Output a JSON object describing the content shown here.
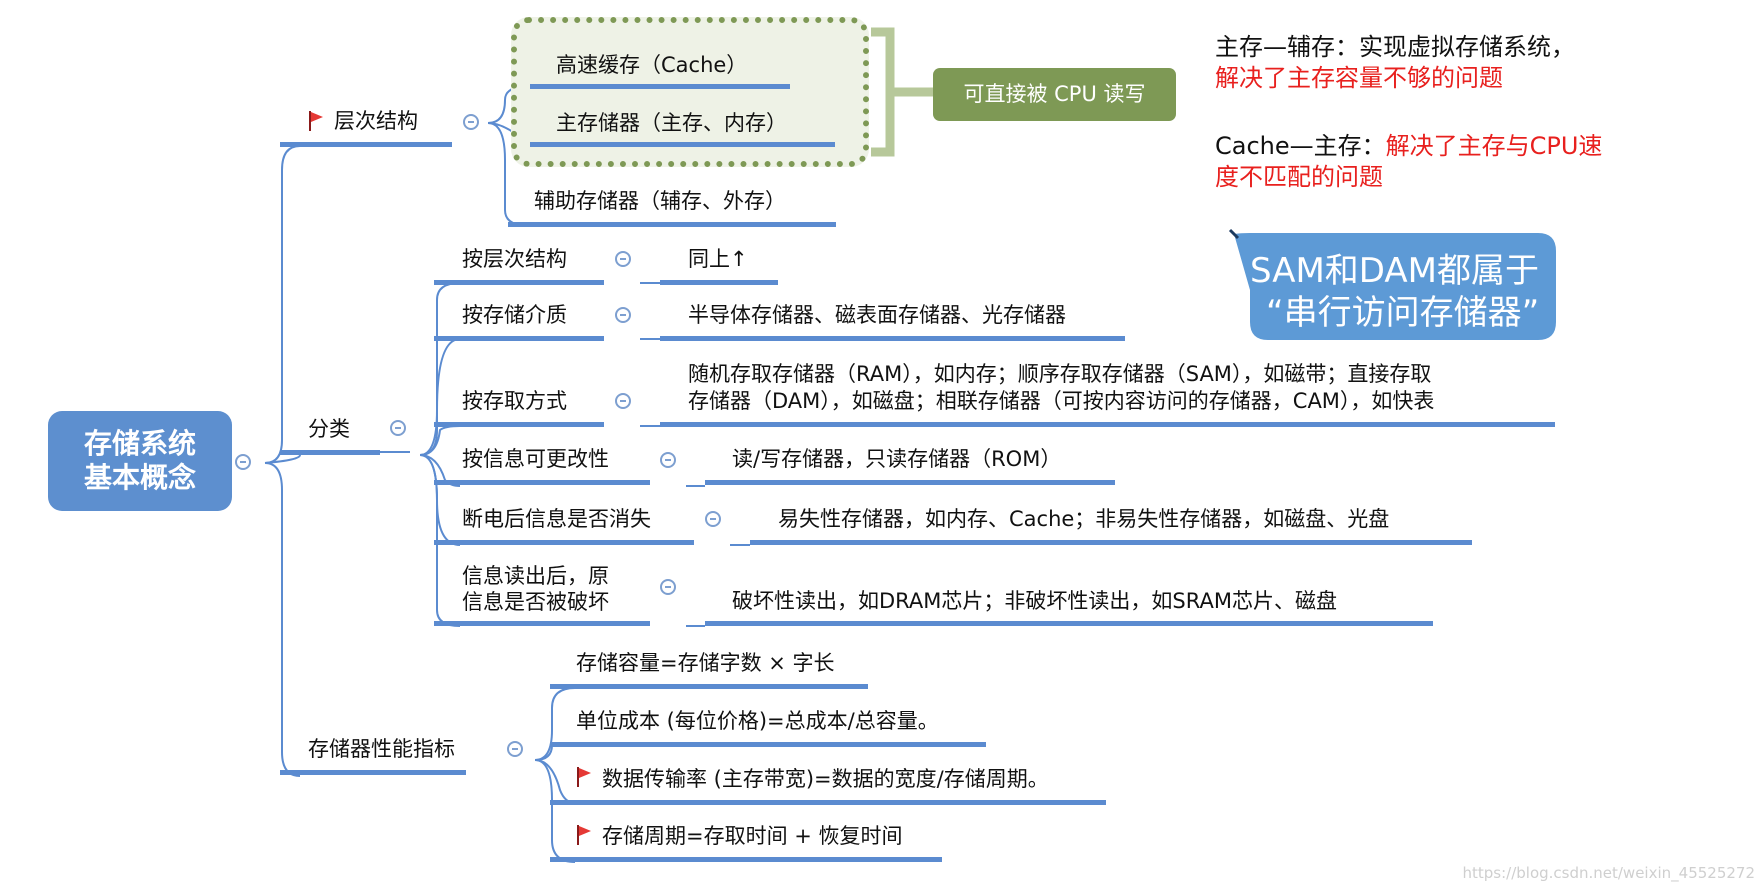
{
  "root": {
    "line1": "存储系统",
    "line2": "基本概念"
  },
  "hierarchy": {
    "label": "层次结构",
    "items": [
      "高速缓存（Cache）",
      "主存储器（主存、内存）",
      "辅助存储器（辅存、外存）"
    ],
    "callout": "可直接被 CPU 读写"
  },
  "classification": {
    "label": "分类",
    "items": [
      {
        "label": "按层次结构",
        "value": "同上↑"
      },
      {
        "label": "按存储介质",
        "value": "半导体存储器、磁表面存储器、光存储器"
      },
      {
        "label": "按存取方式",
        "value_line1": "随机存取存储器（RAM），如内存；顺序存取存储器（SAM），如磁带；直接存取",
        "value_line2": "存储器（DAM），如磁盘；相联存储器（可按内容访问的存储器，CAM），如快表"
      },
      {
        "label": "按信息可更改性",
        "value": "读/写存储器，只读存储器（ROM）"
      },
      {
        "label": "断电后信息是否消失",
        "value": "易失性存储器，如内存、Cache；非易失性存储器，如磁盘、光盘"
      },
      {
        "label_line1": "信息读出后，原",
        "label_line2": "信息是否被破坏",
        "value": "破坏性读出，如DRAM芯片；非破坏性读出，如SRAM芯片、磁盘"
      }
    ]
  },
  "performance": {
    "label": "存储器性能指标",
    "items": [
      "存储容量=存储字数 × 字长",
      "单位成本 (每位价格)=总成本/总容量。",
      "数据传输率 (主存带宽)=数据的宽度/存储周期。",
      "存储周期=存取时间 + 恢复时间"
    ]
  },
  "notes": {
    "note1_black": "主存—辅存：实现虚拟存储系统，",
    "note1_red": "解决了主存容量不够的问题",
    "note2_black": "Cache—主存：",
    "note2_red_a": "解决了主存与CPU速",
    "note2_red_b": "度不匹配的问题"
  },
  "speech_bubble": {
    "line1": "SAM和DAM都属于",
    "line2": "“串行访问存储器”"
  },
  "watermark": "https://blog.csdn.net/weixin_45525272",
  "colors": {
    "node": "#5d8fcf",
    "line": "#5b8bd0",
    "callout_green": "#7e9955",
    "highlight_red": "#e8201e",
    "flag": "#e53935"
  }
}
